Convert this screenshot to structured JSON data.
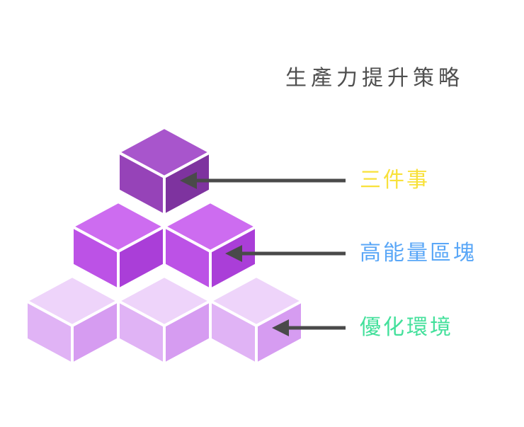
{
  "title": "生產力提升策略",
  "labels": [
    {
      "text": "三件事",
      "color": "#f8e13a"
    },
    {
      "text": "高能量區塊",
      "color": "#5aa7f7"
    },
    {
      "text": "優化環境",
      "color": "#43e09b"
    }
  ],
  "colors": {
    "background": "#ffffff",
    "title_text": "#4f4f4f",
    "arrow": "#4a4a4a",
    "level1": {
      "top": "#a855cc",
      "left": "#9643b8",
      "right": "#7e339f"
    },
    "level2": {
      "top": "#cd6cf0",
      "left": "#bc52e6",
      "right": "#aa3ed8"
    },
    "level3": {
      "top": "#eed4fa",
      "left": "#e0b3f5",
      "right": "#d69cf1"
    }
  }
}
